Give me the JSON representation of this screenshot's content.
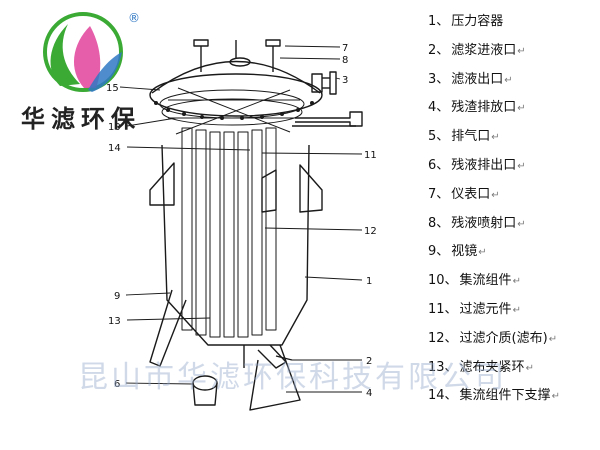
{
  "brand": {
    "name": "华滤环保",
    "registered_mark": "®",
    "watermark": "昆山市华滤环保科技有限公司",
    "colors": {
      "green": "#3aaa35",
      "pink": "#e2419a",
      "blue": "#2f78c4"
    }
  },
  "legend": {
    "return_mark": "↵",
    "items": [
      {
        "num": "1、",
        "label": "压力容器",
        "ret": false
      },
      {
        "num": "2、",
        "label": "滤浆进液口",
        "ret": true
      },
      {
        "num": "3、",
        "label": "滤液出口",
        "ret": true
      },
      {
        "num": "4、",
        "label": "残渣排放口",
        "ret": true
      },
      {
        "num": "5、",
        "label": "排气口",
        "ret": true
      },
      {
        "num": "6、",
        "label": "残液排出口",
        "ret": true
      },
      {
        "num": "7、",
        "label": "仪表口",
        "ret": true
      },
      {
        "num": "8、",
        "label": "残液喷射口",
        "ret": true
      },
      {
        "num": "9、",
        "label": "视镜",
        "ret": true
      },
      {
        "num": "10、",
        "label": "集流组件",
        "ret": true
      },
      {
        "num": "11、",
        "label": "过滤元件",
        "ret": true
      },
      {
        "num": "12、",
        "label": "过滤介质(滤布)",
        "ret": true
      },
      {
        "num": "13、",
        "label": "滤布夹紧环",
        "ret": true
      },
      {
        "num": "14、",
        "label": "集流组件下支撑",
        "ret": true
      }
    ]
  },
  "callouts": [
    "7",
    "8",
    "3",
    "15",
    "10",
    "14",
    "11",
    "12",
    "1",
    "9",
    "13",
    "2",
    "6",
    "4"
  ]
}
